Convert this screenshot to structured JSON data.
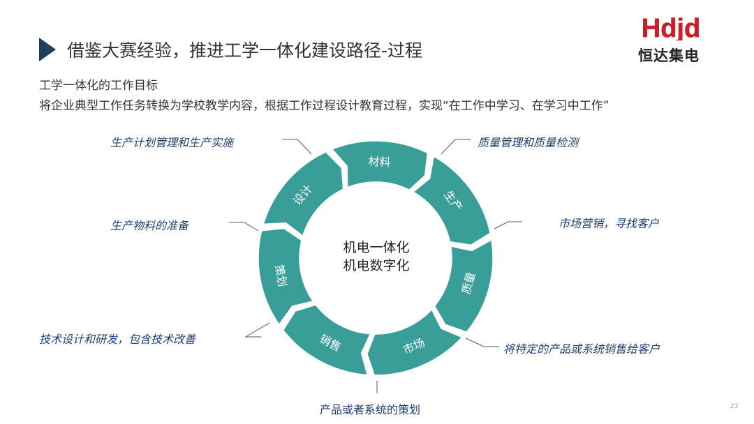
{
  "header": {
    "title": "借鉴大赛经验，推进工学一体化建设路径-过程",
    "logo_mark": "Hdjd",
    "logo_text": "恒达集电"
  },
  "intro": {
    "subtitle": "工学一体化的工作目标",
    "description": "将企业典型工作任务转换为学校教学内容，根据工作过程设计教育过程，实现“在工作中学习、在学习中工作”"
  },
  "cycle": {
    "center_lines": [
      "机电一体化",
      "机电数字化"
    ],
    "segments": [
      {
        "label": "生产",
        "annotation": "生产计划管理和生产实施"
      },
      {
        "label": "质量",
        "annotation": "质量管理和质量检测"
      },
      {
        "label": "市场",
        "annotation": "市场营销，寻找客户"
      },
      {
        "label": "销售",
        "annotation": "将特定的产品或系统销售给客户"
      },
      {
        "label": "策划",
        "annotation": "产品或者系统的策划"
      },
      {
        "label": "设计",
        "annotation": "技术设计和研发，包含技术改善"
      },
      {
        "label": "材料",
        "annotation": "生产物料的准备"
      }
    ]
  },
  "colors": {
    "ring": "#3a9e98",
    "title_arrow": "#1f3f5f",
    "logo_red": "#c8202a",
    "annotation_text": "#1f3f6e"
  },
  "page_number": "23"
}
